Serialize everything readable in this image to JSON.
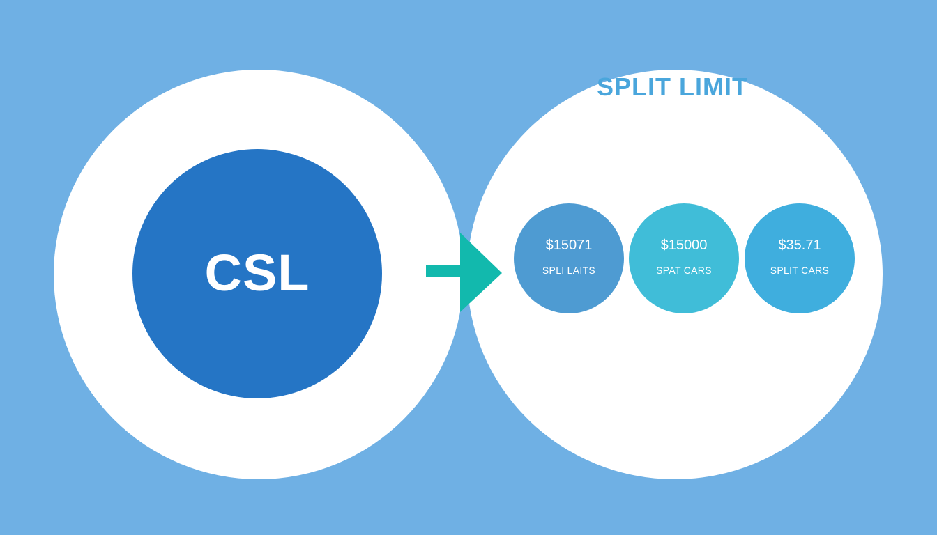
{
  "diagram": {
    "source": {
      "label": "CSL"
    },
    "target": {
      "title": "SPLIT LIMIT",
      "items": [
        {
          "value": "$15071",
          "label": "SPLI LAITS",
          "color": "#4e9bd2"
        },
        {
          "value": "$15000",
          "label": "SPAT CARS",
          "color": "#40bdd8"
        },
        {
          "value": "$35.71",
          "label": "SPLIT CARS",
          "color": "#3faede"
        }
      ]
    },
    "colors": {
      "background": "#6fb0e4",
      "source_inner": "#2575c5",
      "arrow": "#12b9ad",
      "title": "#4aa6dc"
    }
  }
}
